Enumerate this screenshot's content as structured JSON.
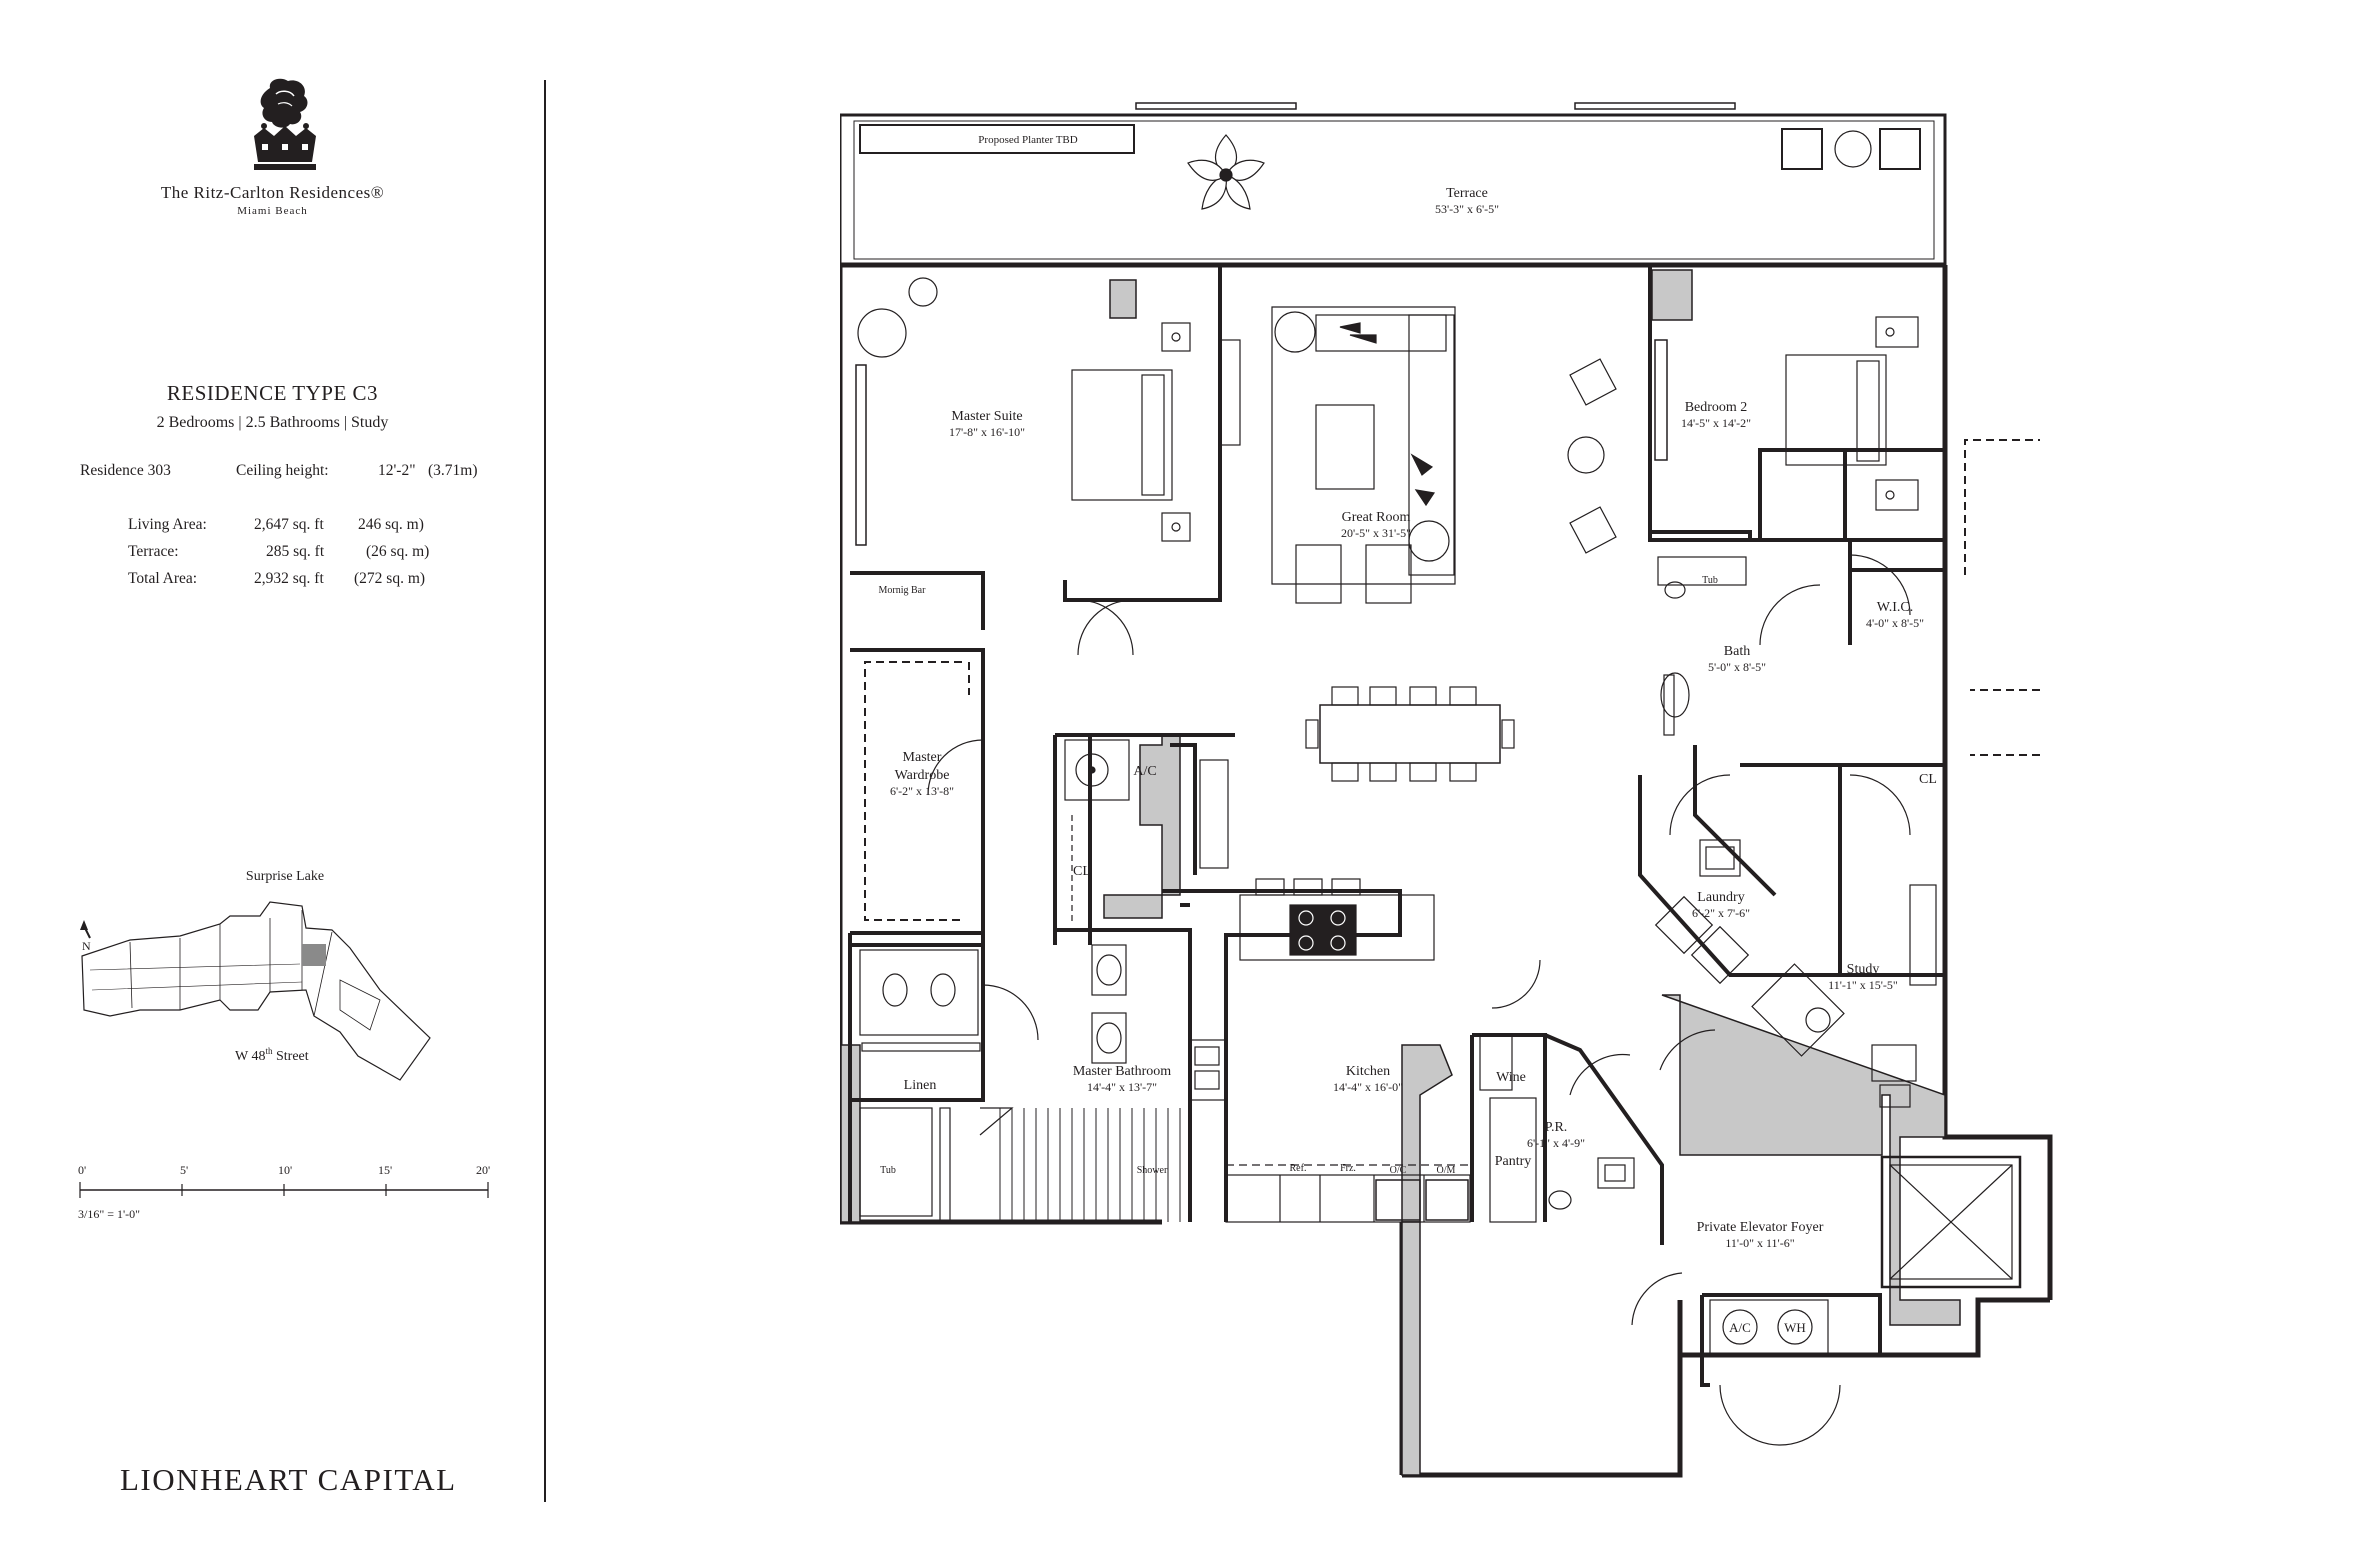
{
  "brand": {
    "title": "The Ritz-Carlton Residences®",
    "subtitle": "Miami Beach",
    "developer": "LIONHEART CAPITAL"
  },
  "residence": {
    "type": "RESIDENCE TYPE C3",
    "summary": "2 Bedrooms | 2.5 Bathrooms | Study",
    "number": "Residence 303",
    "ceiling_label": "Ceiling height:",
    "ceiling_ft": "12'-2\"",
    "ceiling_m": "(3.71m)",
    "areas": [
      {
        "label": "Living Area:",
        "sqft": "2,647 sq. ft",
        "sqm": "246 sq. m)"
      },
      {
        "label": "Terrace:",
        "sqft": "285 sq. ft",
        "sqm": "(26 sq. m)"
      },
      {
        "label": "Total Area:",
        "sqft": "2,932 sq. ft",
        "sqm": "(272 sq. m)"
      }
    ]
  },
  "keyplan": {
    "top_label": "Surprise Lake",
    "bottom_label": "W 48",
    "bottom_label_sup": "th",
    "bottom_label_tail": " Street",
    "north": "N"
  },
  "scale": {
    "ticks": [
      "0'",
      "5'",
      "10'",
      "15'",
      "20'"
    ],
    "note": "3/16\" = 1'-0\""
  },
  "rooms": [
    {
      "name": "Terrace",
      "dims": "53'-3\" x 6'-5\""
    },
    {
      "name": "Master Suite",
      "dims": "17'-8\" x 16'-10\""
    },
    {
      "name": "Great Room",
      "dims": "20'-5\" x 31'-5\""
    },
    {
      "name": "Bedroom 2",
      "dims": "14'-5\" x 14'-2\""
    },
    {
      "name": "Master Wardrobe",
      "dims": "6'-2\" x 13'-8\""
    },
    {
      "name": "Bath",
      "dims": "5'-0\" x 8'-5\""
    },
    {
      "name": "W.I.C.",
      "dims": "4'-0\" x 8'-5\""
    },
    {
      "name": "Laundry",
      "dims": "6'-2\" x 7'-6\""
    },
    {
      "name": "Study",
      "dims": "11'-1\" x 15'-5\""
    },
    {
      "name": "Master Bathroom",
      "dims": "14'-4\" x 13'-7\""
    },
    {
      "name": "Kitchen",
      "dims": "14'-4\" x 16'-0\""
    },
    {
      "name": "P.R.",
      "dims": "6'-1\" x 4'-9\""
    },
    {
      "name": "Private Elevator Foyer",
      "dims": "11'-0\" x 11'-6\""
    }
  ],
  "labels": {
    "planter": "Proposed Planter TBD",
    "morning_bar": "Mornig Bar",
    "ac": "A/C",
    "closet": "CL",
    "linen": "Linen",
    "tub": "Tub",
    "shower": "Shower",
    "wine": "Wine",
    "pantry": "Pantry",
    "ref": "Ref.",
    "frz": "Frz.",
    "oc": "O/C",
    "om": "O/M",
    "wh": "WH",
    "ac_unit": "A/C"
  }
}
